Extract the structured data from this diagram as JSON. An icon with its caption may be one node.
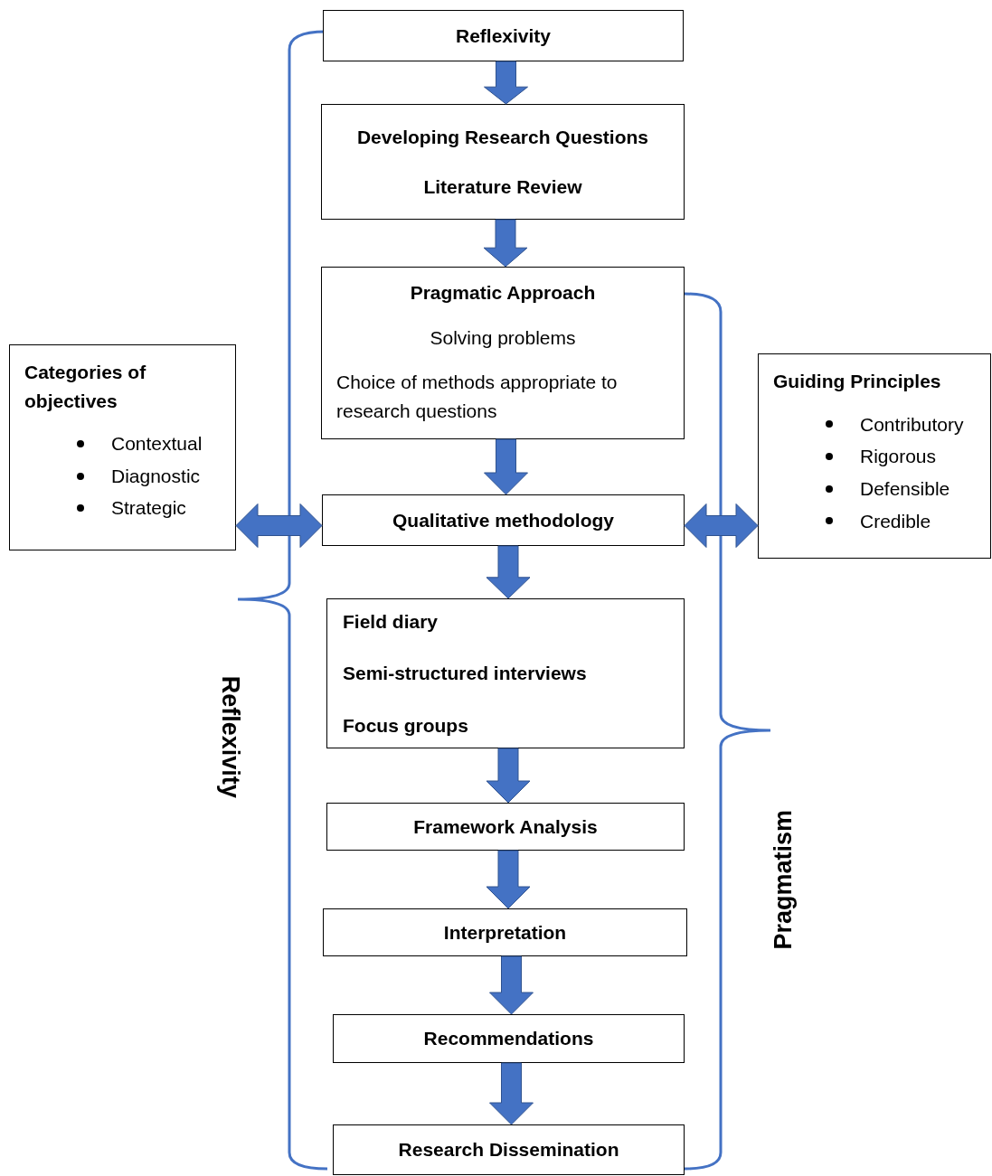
{
  "diagram": {
    "nodes": [
      {
        "text": [
          "Reflexivity"
        ]
      },
      {
        "text": [
          "Developing Research Questions",
          "Literature Review"
        ]
      },
      {
        "text": [
          "Pragmatic Approach",
          "Solving problems",
          "Choice of methods appropriate to research questions"
        ]
      },
      {
        "text": [
          "Qualitative methodology"
        ]
      },
      {
        "text": [
          "Field diary",
          "Semi-structured interviews",
          "Focus groups"
        ]
      },
      {
        "text": [
          "Framework Analysis"
        ]
      },
      {
        "text": [
          "Interpretation"
        ]
      },
      {
        "text": [
          "Recommendations"
        ]
      },
      {
        "text": [
          "Research Dissemination"
        ]
      },
      {
        "text": [
          "Categories of objectives",
          "Contextual",
          "Diagnostic",
          "Strategic"
        ]
      },
      {
        "text": [
          "Guiding Principles",
          "Contributory",
          "Rigorous",
          "Defensible",
          "Credible"
        ]
      }
    ],
    "edges": [
      {
        "from": 0,
        "to": 1,
        "arrow": "to"
      },
      {
        "from": 1,
        "to": 2,
        "arrow": "to"
      },
      {
        "from": 2,
        "to": 3,
        "arrow": "to"
      },
      {
        "from": 3,
        "to": 4,
        "arrow": "to"
      },
      {
        "from": 4,
        "to": 5,
        "arrow": "to"
      },
      {
        "from": 5,
        "to": 6,
        "arrow": "to"
      },
      {
        "from": 6,
        "to": 7,
        "arrow": "to"
      },
      {
        "from": 7,
        "to": 8,
        "arrow": "to"
      },
      {
        "from": 9,
        "to": 3,
        "arrow": "both"
      },
      {
        "from": 3,
        "to": 10,
        "arrow": "both"
      }
    ],
    "labels": [
      "Reflexivity",
      "Pragmatism"
    ]
  }
}
